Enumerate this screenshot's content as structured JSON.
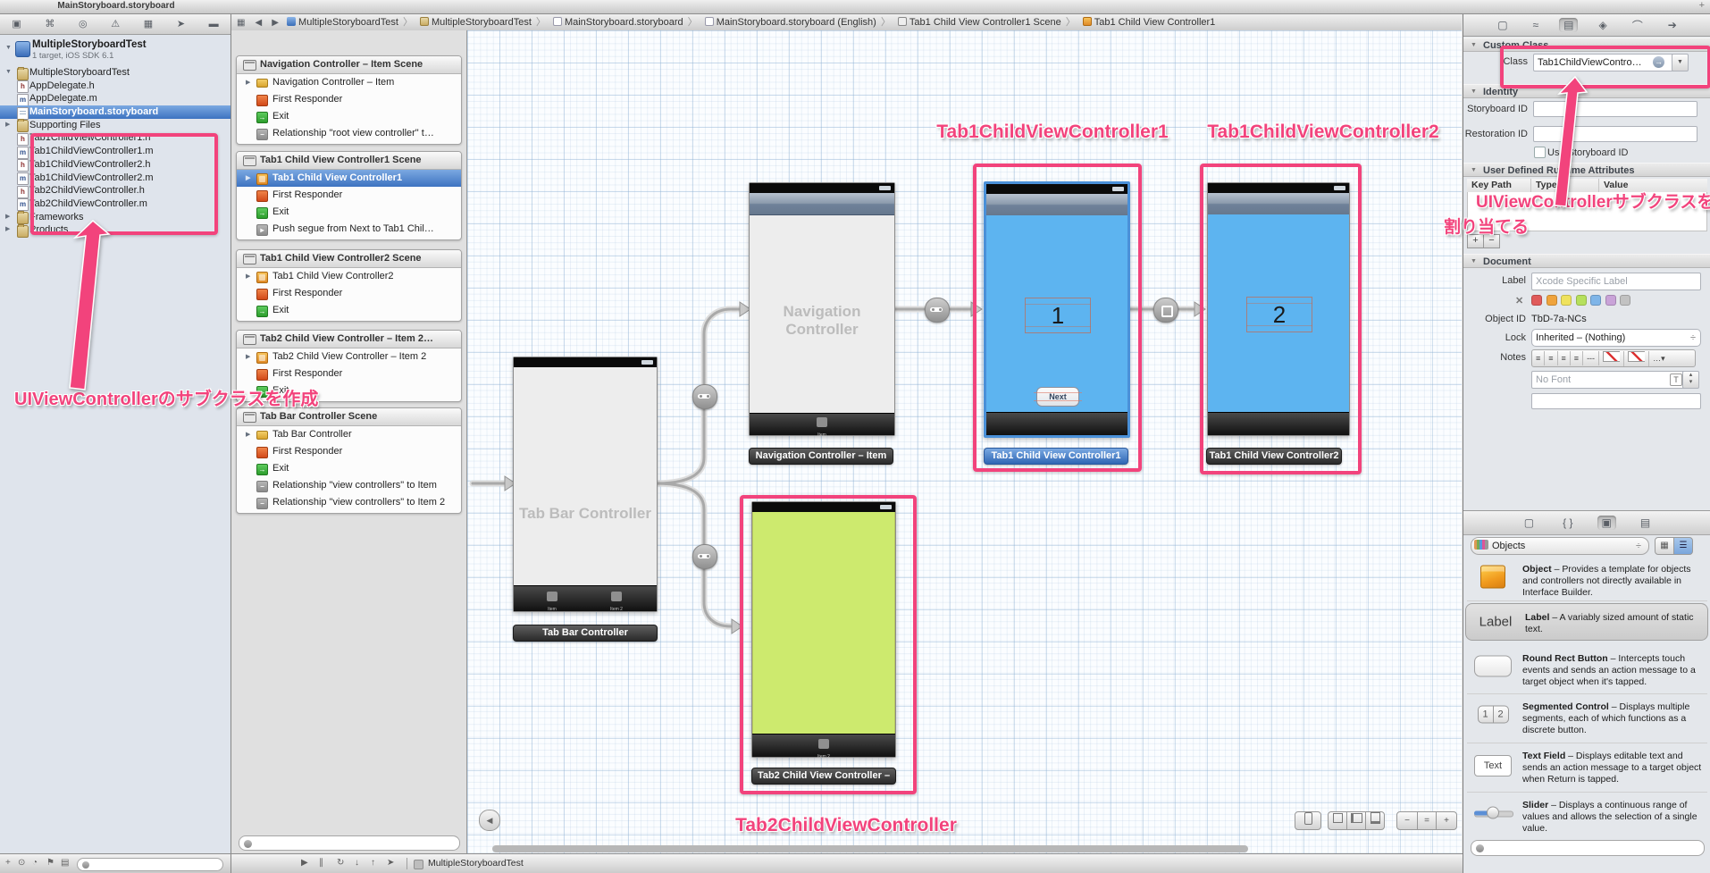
{
  "window": {
    "title": "MainStoryboard.storyboard",
    "plus_button": "+"
  },
  "colors": {
    "annotation_pink": "#f2437c",
    "selection_blue": "#3d73c1",
    "vc_blue": "#5db4f0",
    "vc_green": "#cdea6e",
    "doc_swatches": [
      "#e05a5a",
      "#efa33c",
      "#efe25c",
      "#b6e05c",
      "#7fb5e8",
      "#c9a3d8",
      "#c2c2c2"
    ]
  },
  "navigator": {
    "toolbar_icons": [
      "▣",
      "⌘",
      "◎",
      "⚠",
      "▦",
      "➤",
      "▬"
    ],
    "project_name": "MultipleStoryboardTest",
    "project_detail": "1 target, iOS SDK 6.1",
    "files": [
      {
        "label": "MultipleStoryboardTest"
      },
      {
        "label": "AppDelegate.h"
      },
      {
        "label": "AppDelegate.m"
      },
      {
        "label": "MainStoryboard.storyboard"
      },
      {
        "label": "Supporting Files"
      },
      {
        "label": "Tab1ChildViewController1.h"
      },
      {
        "label": "Tab1ChildViewController1.m"
      },
      {
        "label": "Tab1ChildViewController2.h"
      },
      {
        "label": "Tab1ChildViewController2.m"
      },
      {
        "label": "Tab2ChildViewController.h"
      },
      {
        "label": "Tab2ChildViewController.m"
      },
      {
        "label": "Frameworks"
      },
      {
        "label": "Products"
      }
    ]
  },
  "jumpbar": {
    "related_icon": "▦",
    "back": "◀",
    "forward": "▶",
    "segments": [
      {
        "label": "MultipleStoryboardTest"
      },
      {
        "label": "MultipleStoryboardTest"
      },
      {
        "label": "MainStoryboard.storyboard"
      },
      {
        "label": "MainStoryboard.storyboard (English)"
      },
      {
        "label": "Tab1 Child View Controller1 Scene"
      },
      {
        "label": "Tab1 Child View Controller1"
      }
    ]
  },
  "outline": {
    "scenes": [
      {
        "title": "Navigation Controller – Item Scene",
        "items": [
          {
            "label": "Navigation Controller – Item"
          },
          {
            "label": "First Responder"
          },
          {
            "label": "Exit"
          },
          {
            "label": "Relationship \"root view controller\" t…"
          }
        ]
      },
      {
        "title": "Tab1 Child View Controller1 Scene",
        "items": [
          {
            "label": "Tab1 Child View Controller1"
          },
          {
            "label": "First Responder"
          },
          {
            "label": "Exit"
          },
          {
            "label": "Push segue from Next to Tab1 Chil…"
          }
        ]
      },
      {
        "title": "Tab1 Child View Controller2 Scene",
        "items": [
          {
            "label": "Tab1 Child View Controller2"
          },
          {
            "label": "First Responder"
          },
          {
            "label": "Exit"
          }
        ]
      },
      {
        "title": "Tab2 Child View Controller – Item 2…",
        "items": [
          {
            "label": "Tab2 Child View Controller – Item 2"
          },
          {
            "label": "First Responder"
          },
          {
            "label": "Exit"
          }
        ]
      },
      {
        "title": "Tab Bar Controller Scene",
        "items": [
          {
            "label": "Tab Bar Controller"
          },
          {
            "label": "First Responder"
          },
          {
            "label": "Exit"
          },
          {
            "label": "Relationship \"view controllers\" to Item"
          },
          {
            "label": "Relationship \"view controllers\" to Item 2"
          }
        ]
      }
    ]
  },
  "canvas": {
    "tab_bar_controller": {
      "watermark": "Tab Bar Controller",
      "badge": "Tab Bar Controller",
      "item1": "Item",
      "item2": "Item 2"
    },
    "navigation_controller": {
      "watermark": "Navigation Controller",
      "badge": "Navigation Controller – Item",
      "item1": "Item"
    },
    "tab1_vc1": {
      "big_label": "1",
      "button_label": "Next",
      "badge": "Tab1 Child View Controller1"
    },
    "tab1_vc2": {
      "big_label": "2",
      "badge": "Tab1 Child View Controller2"
    },
    "tab2_vc": {
      "badge": "Tab2 Child View Controller –",
      "item1": "Item 2"
    },
    "annotations": {
      "create_subclass": "UIViewControllerのサブクラスを作成",
      "vc1_title": "Tab1ChildViewController1",
      "vc2_title": "Tab1ChildViewController2",
      "tab2_title": "Tab2ChildViewController",
      "assign_line1": "UIViewControllerサブクラスを",
      "assign_line2": "割り当てる"
    },
    "controls": {
      "outline_toggle": "◀",
      "zoom_out": "−",
      "zoom_reset": "=",
      "zoom_in": "+"
    }
  },
  "inspector": {
    "toolbar_icons": [
      "▢",
      "≈",
      "▤",
      "◈",
      "⌒",
      "➔"
    ],
    "custom_class": {
      "header": "Custom Class",
      "class_label": "Class",
      "class_value": "Tab1ChildViewContro…",
      "go": "→",
      "dd": "▼"
    },
    "identity": {
      "header": "Identity",
      "storyboard_id_label": "Storyboard ID",
      "restoration_id_label": "Restoration ID",
      "use_storyboard_id": "Use Storyboard ID"
    },
    "runtime_attrs": {
      "header": "User Defined Runtime Attributes",
      "col1": "Key Path",
      "col2": "Type",
      "col3": "Value",
      "add": "+",
      "remove": "−"
    },
    "document": {
      "header": "Document",
      "label_label": "Label",
      "label_placeholder": "Xcode Specific Label",
      "swatch_clear": "✕",
      "object_id_label": "Object ID",
      "object_id_value": "TbD-7a-NCs",
      "lock_label": "Lock",
      "lock_value": "Inherited – (Nothing)",
      "lock_stepper": "÷",
      "notes_label": "Notes",
      "align_icons": [
        "≡",
        "≡",
        "≡",
        "≡"
      ],
      "dash_icon": "---",
      "more_icon": "…▾",
      "font_placeholder": "No Font",
      "font_t": "T"
    }
  },
  "library": {
    "toolbar_icons": [
      "▢",
      "{ }",
      "▣",
      "▤"
    ],
    "dropdown_label": "Objects",
    "grid_icon": "▦",
    "list_icon": "☰",
    "items": [
      {
        "name": "Object",
        "desc": "– Provides a template for objects and controllers not directly available in Interface Builder."
      },
      {
        "name": "Label",
        "desc": "– A variably sized amount of static text.",
        "icon_text": "Label"
      },
      {
        "name": "Round Rect Button",
        "desc": "– Intercepts touch events and sends an action message to a target object when it's tapped."
      },
      {
        "name": "Segmented Control",
        "desc": "– Displays multiple segments, each of which functions as a discrete button.",
        "seg1": "1",
        "seg2": "2"
      },
      {
        "name": "Text Field",
        "desc": "– Displays editable text and sends an action message to a target object when Return is tapped.",
        "icon_text": "Text"
      },
      {
        "name": "Slider",
        "desc": "– Displays a continuous range of values and allows the selection of a single value."
      }
    ]
  },
  "bottombar": {
    "run_icons": [
      "▶",
      "∥",
      "↻",
      "↓",
      "↑",
      "➤"
    ],
    "scheme": "MultipleStoryboardTest",
    "filter_plus": "+",
    "filter_icons": [
      "⊙",
      "◔",
      "⚑",
      "▤"
    ]
  }
}
